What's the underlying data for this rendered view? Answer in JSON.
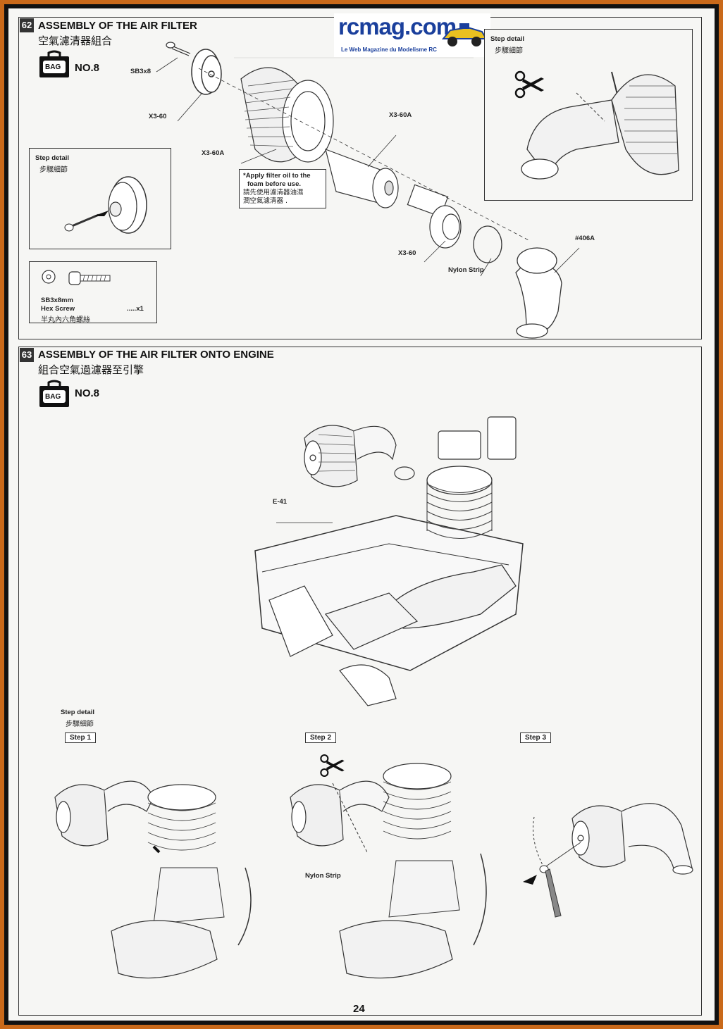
{
  "logo": {
    "brand": "rcmag.com",
    "tagline": "Le Web Magazine du Modelisme RC"
  },
  "section62": {
    "number": "62",
    "title": "ASSEMBLY OF THE AIR FILTER",
    "subtitle": "空氣濾清器組合",
    "bag_icon_text": "BAG",
    "bag": "NO.8",
    "labels": {
      "sb3x8": "SB3x8",
      "x3_60_top": "X3-60",
      "x3_60a_left": "X3-60A",
      "x3_60a_right": "X3-60A",
      "x3_60_bottom": "X3-60",
      "nylon_strip": "Nylon Strip",
      "part_406a": "#406A"
    },
    "note": {
      "line1": "*Apply filter oil to the",
      "line2": "foam before use.",
      "cn1": "請先使用濾清器油濕",
      "cn2": "潤空氣濾清器 ."
    },
    "step_detail_left": {
      "title": "Step detail",
      "cn": "步驟細節"
    },
    "step_detail_right": {
      "title": "Step detail",
      "cn": "步驟細節"
    },
    "parts_box": {
      "name": "SB3x8mm",
      "type": "Hex Screw",
      "qty": ".....x1",
      "cn": "半丸內六角螺絲"
    }
  },
  "section63": {
    "number": "63",
    "title": "ASSEMBLY OF THE AIR FILTER ONTO ENGINE",
    "subtitle": "組合空氣過濾器至引擎",
    "bag_icon_text": "BAG",
    "bag": "NO.8",
    "e41": "E-41",
    "step_detail": {
      "title": "Step detail",
      "cn": "步驟細節"
    },
    "steps": [
      "Step 1",
      "Step 2",
      "Step 3"
    ],
    "nylon_strip": "Nylon Strip"
  },
  "page_number": "24"
}
